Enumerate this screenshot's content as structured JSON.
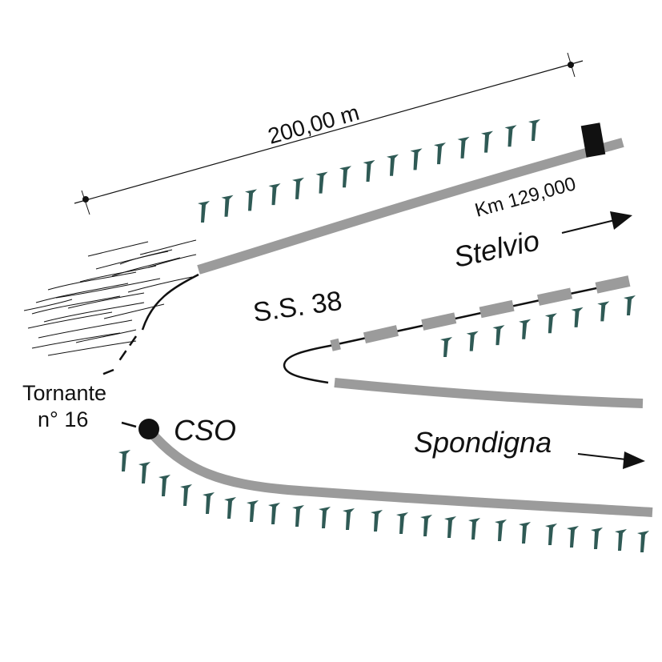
{
  "labels": {
    "scale": "200,00 m",
    "km_marker": "Km 129,000",
    "stelvio": "Stelvio",
    "road_name": "S.S. 38",
    "tornante_line1": "Tornante",
    "tornante_line2": "n° 16",
    "cso": "CSO",
    "spondigna": "Spondigna"
  },
  "colors": {
    "road": "#9b9b9b",
    "line": "#111111",
    "vegetation": "#2f5a55"
  }
}
